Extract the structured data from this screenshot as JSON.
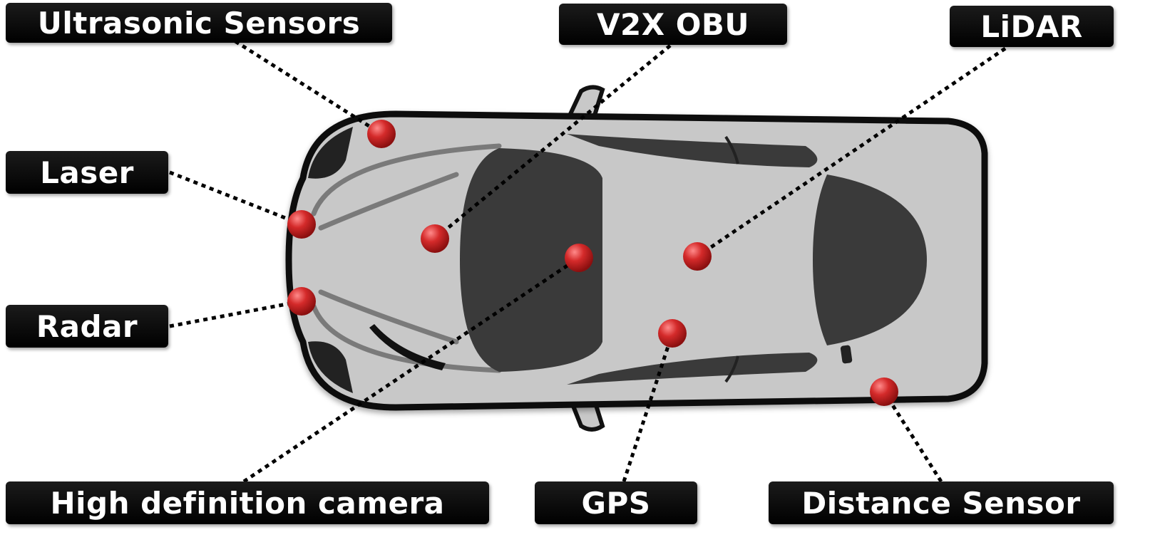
{
  "labels": {
    "ultrasonic": "Ultrasonic Sensors",
    "v2x": "V2X OBU",
    "lidar": "LiDAR",
    "laser": "Laser",
    "radar": "Radar",
    "camera": "High definition camera",
    "gps": "GPS",
    "distance": "Distance Sensor"
  },
  "colors": {
    "car_body": "#c8c8c8",
    "car_outline": "#111111",
    "glass": "#3a3a3a",
    "sensor": "#d42a2a",
    "label_bg": "#000000",
    "label_text": "#ffffff"
  }
}
